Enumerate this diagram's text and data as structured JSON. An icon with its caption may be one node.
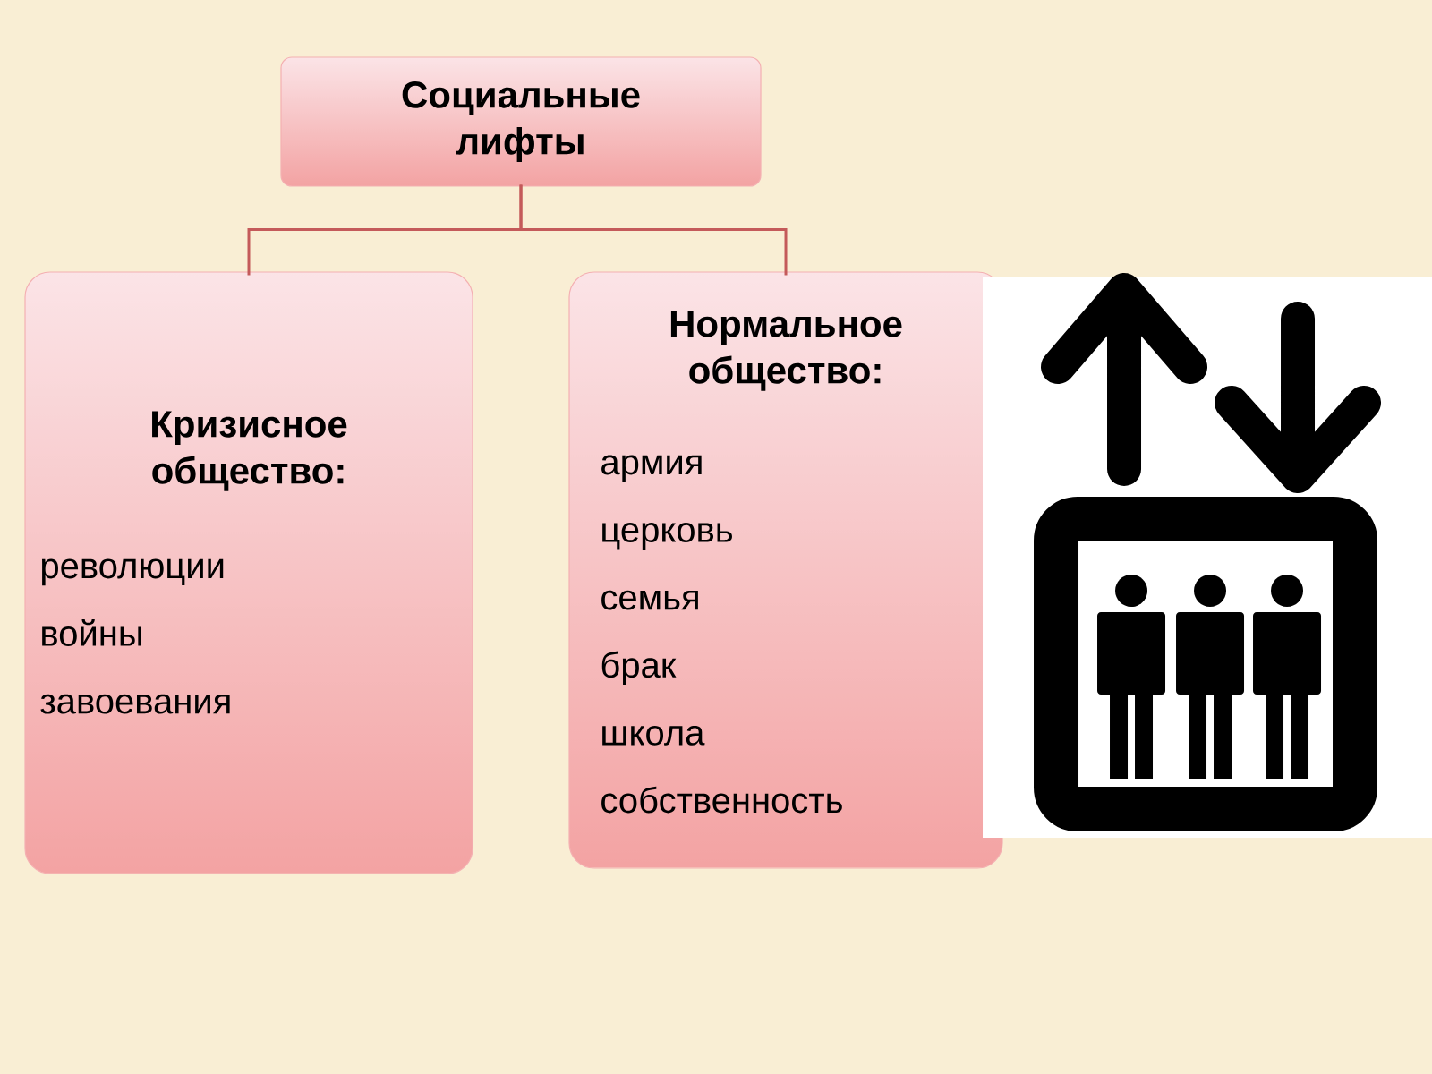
{
  "diagram": {
    "nodes": [
      {
        "text": [
          "Социальные лифты"
        ]
      },
      {
        "text": [
          "Кризисное общество:",
          "революции",
          "войны",
          "завоевания"
        ]
      },
      {
        "text": [
          "Нормальное общество:",
          "армия",
          "церковь",
          "семья",
          "брак",
          "школа",
          "собственность"
        ]
      }
    ],
    "edges": [
      {
        "from": 0,
        "to": 1,
        "arrow": "none"
      },
      {
        "from": 0,
        "to": 2,
        "arrow": "none"
      }
    ]
  }
}
